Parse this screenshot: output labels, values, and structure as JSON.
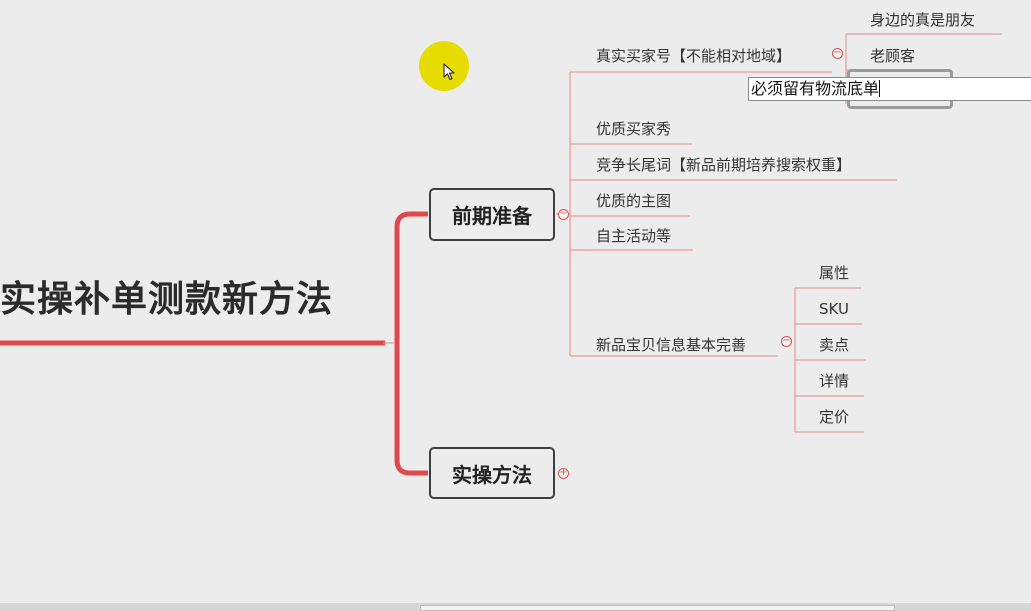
{
  "root": {
    "title": "实操补单测款新方法"
  },
  "branches": {
    "prep": {
      "label": "前期准备"
    },
    "method": {
      "label": "实操方法"
    }
  },
  "prep_children": {
    "buyer": "真实买家号【不能相对地域】",
    "show": "优质买家秀",
    "keyword": "竞争长尾词【新品前期培养搜索权重】",
    "main_image": "优质的主图",
    "activity": "自主活动等",
    "info": "新品宝贝信息基本完善"
  },
  "buyer_children": {
    "friends": "身边的真是朋友",
    "old_customers": "老顾客",
    "editing": "必须留有物流底单"
  },
  "info_children": [
    "属性",
    "SKU",
    "卖点",
    "详情",
    "定价"
  ],
  "colors": {
    "accent": "#e0484b",
    "branch_line": "#e0484b",
    "leaf_line": "#e58a8a",
    "highlight": "#e6dc00"
  },
  "icons": {
    "collapse": "minus-circle-icon",
    "expand": "plus-circle-icon",
    "cursor": "mouse-pointer-icon"
  }
}
